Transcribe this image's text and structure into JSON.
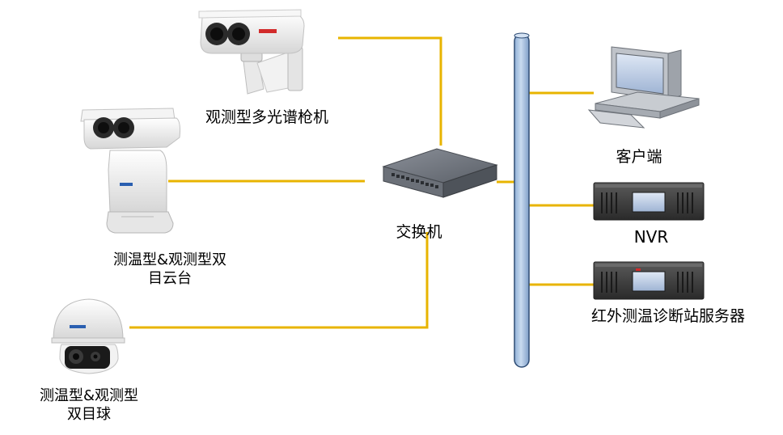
{
  "nodes": {
    "bullet_camera": {
      "label": "观测型多光谱枪机"
    },
    "ptz_camera": {
      "label_line1": "测温型&观测型双",
      "label_line2": "目云台"
    },
    "dome_camera": {
      "label_line1": "测温型&观测型",
      "label_line2": "双目球"
    },
    "switch": {
      "label": "交换机"
    },
    "client": {
      "label": "客户端"
    },
    "nvr": {
      "label": "NVR"
    },
    "server": {
      "label": "红外测温诊断站服务器"
    }
  },
  "colors": {
    "link": "#E8B400",
    "bus_fill": "#A9C4E4",
    "bus_stroke": "#2E4C74"
  }
}
